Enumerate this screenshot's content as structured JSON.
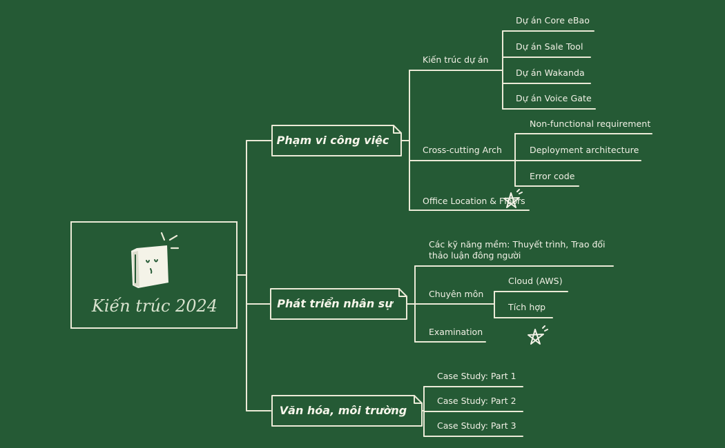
{
  "central": {
    "title": "Kiến trúc 2024",
    "icon": "book-character-icon"
  },
  "branches": [
    {
      "label": "Phạm vi công việc",
      "children": [
        {
          "label": "Kiến trúc dự án",
          "children": [
            "Dự án Core eBao",
            "Dự án Sale Tool",
            "Dự án Wakanda",
            "Dự án Voice Gate"
          ]
        },
        {
          "label": "Cross-cutting Arch",
          "children": [
            "Non-functional requirement",
            "Deployment architecture",
            "Error code"
          ]
        },
        {
          "label": "Office Location & Floors",
          "marker": "star-icon"
        }
      ]
    },
    {
      "label": "Phát triển nhân sự",
      "children": [
        {
          "label": "Các kỹ năng mềm: Thuyết trình, Trao đổi thảo luận đông người"
        },
        {
          "label": "Chuyên môn",
          "children": [
            "Cloud (AWS)",
            "Tích hợp"
          ]
        },
        {
          "label": "Examination",
          "marker": "star-icon"
        }
      ]
    },
    {
      "label": "Văn hóa, môi trường",
      "children": [
        {
          "label": "Case Study: Part 1"
        },
        {
          "label": "Case Study: Part 2"
        },
        {
          "label": "Case Study: Part 3"
        }
      ]
    }
  ]
}
